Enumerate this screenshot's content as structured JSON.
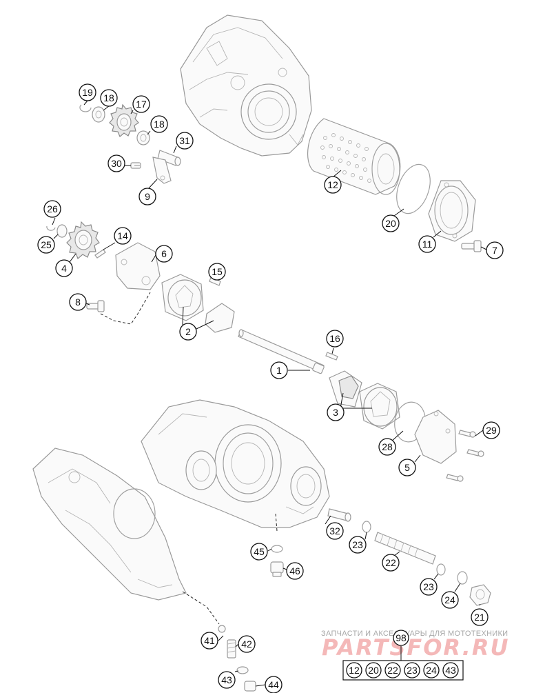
{
  "callouts": {
    "p19": "19",
    "p18a": "18",
    "p17": "17",
    "p18b": "18",
    "p31": "31",
    "p30": "30",
    "p9": "9",
    "p12": "12",
    "p20": "20",
    "p11": "11",
    "p7": "7",
    "p26": "26",
    "p25": "25",
    "p4": "4",
    "p14": "14",
    "p6": "6",
    "p8": "8",
    "p15": "15",
    "p2": "2",
    "p16": "16",
    "p1": "1",
    "p3": "3",
    "p28": "28",
    "p5": "5",
    "p29": "29",
    "p32": "32",
    "p23a": "23",
    "p22": "22",
    "p23b": "23",
    "p24": "24",
    "p21": "21",
    "p45": "45",
    "p46": "46",
    "p41": "41",
    "p42": "42",
    "p43": "43",
    "p44": "44"
  },
  "kit": {
    "number": "98",
    "items": [
      "12",
      "20",
      "22",
      "23",
      "24",
      "43"
    ]
  },
  "watermark": {
    "caption": "ЗАПЧАСТИ И АКСЕССУАРЫ ДЛЯ МОТОТЕХНИКИ",
    "logo": "PARTSFOR.RU"
  }
}
